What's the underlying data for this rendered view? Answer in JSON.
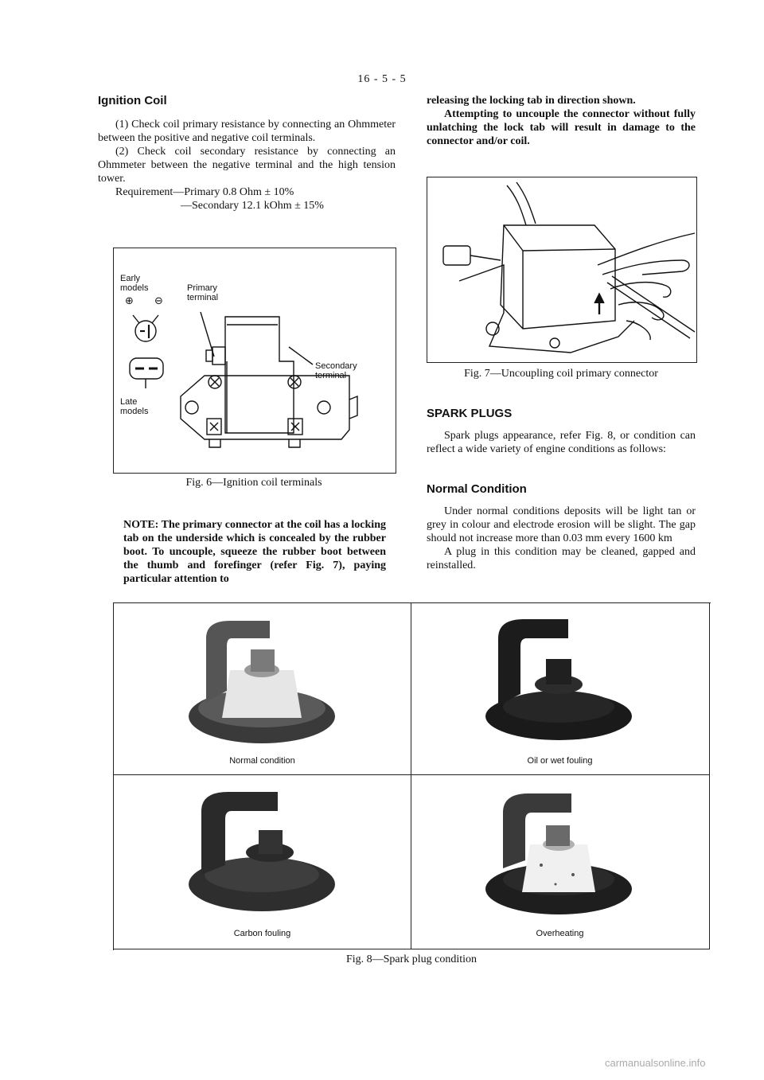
{
  "page_number": "16 - 5 - 5",
  "ignition_coil": {
    "heading": "Ignition Coil",
    "p1": "(1) Check coil primary resistance by connecting an Ohmmeter between the positive and negative coil terminals.",
    "p2": "(2) Check coil secondary resistance by connecting an Ohmmeter between the negative terminal and the high tension tower.",
    "req1": "Requirement—Primary 0.8 Ohm ± 10%",
    "req2": "—Secondary 12.1 kOhm ± 15%"
  },
  "fig6": {
    "label_early": "Early",
    "label_models_1": "models",
    "label_primary": "Primary",
    "label_terminal_1": "terminal",
    "label_secondary": "Secondary",
    "label_terminal_2": "terminal",
    "label_late": "Late",
    "label_models_2": "models",
    "plus_symbol": "⊕",
    "minus_symbol": "⊖",
    "caption": "Fig. 6—Ignition coil terminals"
  },
  "note": {
    "text": "NOTE: The primary connector at the coil has a locking tab on the underside which is concealed by the rubber boot. To uncouple, squeeze the rubber boot between the thumb and forefinger (refer Fig. 7), paying particular attention to"
  },
  "right_top": {
    "line1": "releasing the locking tab in direction shown.",
    "line2": "Attempting to uncouple the connector without fully unlatching the lock tab will result in damage to the connector and/or coil."
  },
  "fig7": {
    "caption": "Fig. 7—Uncoupling coil primary connector"
  },
  "spark_plugs": {
    "heading": "SPARK PLUGS",
    "p1": "Spark plugs appearance, refer Fig. 8, or condition can reflect a wide variety of engine conditions as follows:"
  },
  "normal_condition": {
    "heading": "Normal Condition",
    "p1": "Under normal conditions deposits will be light tan or grey in colour and electrode erosion will be slight. The gap should not increase more than 0.03 mm every 1600 km",
    "p2": "A plug in this condition may be cleaned, gapped and reinstalled."
  },
  "fig8": {
    "cells": [
      "Normal condition",
      "Oil or wet fouling",
      "Carbon fouling",
      "Overheating"
    ],
    "caption": "Fig. 8—Spark plug condition"
  },
  "footer": "carmanualsonline.info"
}
